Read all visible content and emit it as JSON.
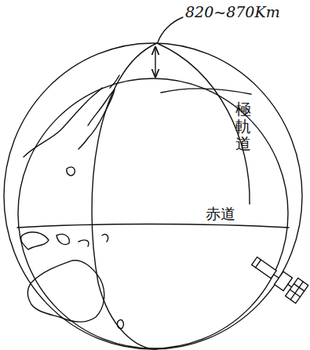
{
  "diagram": {
    "labels": [
      "820~870Km",
      "極軌道",
      "赤道"
    ]
  }
}
